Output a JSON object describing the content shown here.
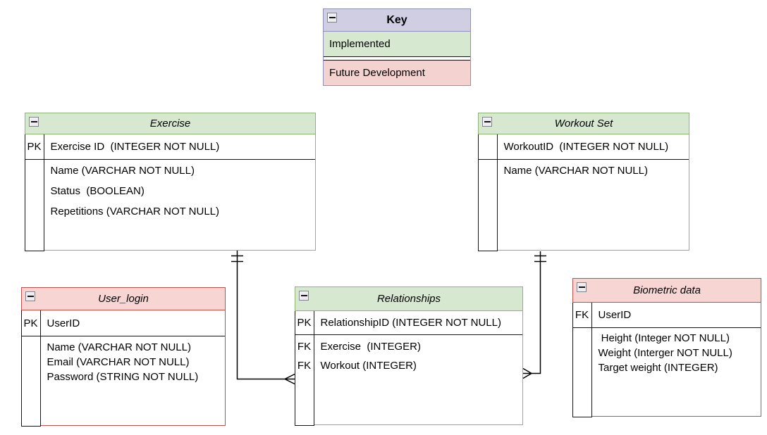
{
  "key": {
    "title": "Key",
    "rows": [
      {
        "label": "Implemented"
      },
      {
        "label": "Future Development"
      }
    ]
  },
  "tables": {
    "exercise": {
      "title": "Exercise",
      "status": "implemented",
      "key_row": {
        "tag": "PK",
        "label": "Exercise ID  (INTEGER NOT NULL)"
      },
      "rows": [
        {
          "tag": "",
          "label": "Name (VARCHAR NOT NULL)"
        },
        {
          "tag": "",
          "label": "Status  (BOOLEAN)"
        },
        {
          "tag": "",
          "label": "Repetitions (VARCHAR NOT NULL)"
        }
      ]
    },
    "workout_set": {
      "title": "Workout Set",
      "status": "implemented",
      "key_row": {
        "tag": "",
        "label": "WorkoutID  (INTEGER NOT NULL)"
      },
      "rows": [
        {
          "tag": "",
          "label": "Name (VARCHAR NOT NULL)"
        }
      ]
    },
    "user_login": {
      "title": "User_login",
      "status": "future_development",
      "key_row": {
        "tag": "PK",
        "label": "UserID"
      },
      "rows": [
        {
          "tag": "",
          "label": "Name (VARCHAR NOT NULL)"
        },
        {
          "tag": "",
          "label": "Email (VARCHAR NOT NULL)"
        },
        {
          "tag": "",
          "label": "Password (STRING NOT NULL)"
        }
      ]
    },
    "relationships": {
      "title": "Relationships",
      "status": "implemented",
      "key_row": {
        "tag": "PK",
        "label": "RelationshipID (INTEGER NOT NULL)"
      },
      "rows": [
        {
          "tag": "FK",
          "label": "Exercise  (INTEGER)"
        },
        {
          "tag": "FK",
          "label": "Workout (INTEGER)"
        }
      ]
    },
    "biometric": {
      "title": "Biometric data",
      "status": "future_development",
      "key_row": {
        "tag": "FK",
        "label": "UserID"
      },
      "rows": [
        {
          "tag": "",
          "label": " Height (Integer NOT NULL)"
        },
        {
          "tag": "",
          "label": "Weight (Interger NOT NULL)"
        },
        {
          "tag": "",
          "label": "Target weight (INTEGER)"
        }
      ]
    }
  },
  "connectors": [
    {
      "from": "Exercise",
      "to": "Relationships",
      "from_cardinality": "one and only one",
      "to_cardinality": "many"
    },
    {
      "from": "Workout Set",
      "to": "Relationships",
      "from_cardinality": "one and only one",
      "to_cardinality": "many"
    }
  ],
  "colors": {
    "implemented_fill": "#d7e8d0",
    "implemented_border": "#8fb572",
    "future_fill": "#f6d5d3",
    "future_border": "#b85450",
    "key_header_fill": "#cfcee3",
    "key_header_border": "#9191b4"
  }
}
